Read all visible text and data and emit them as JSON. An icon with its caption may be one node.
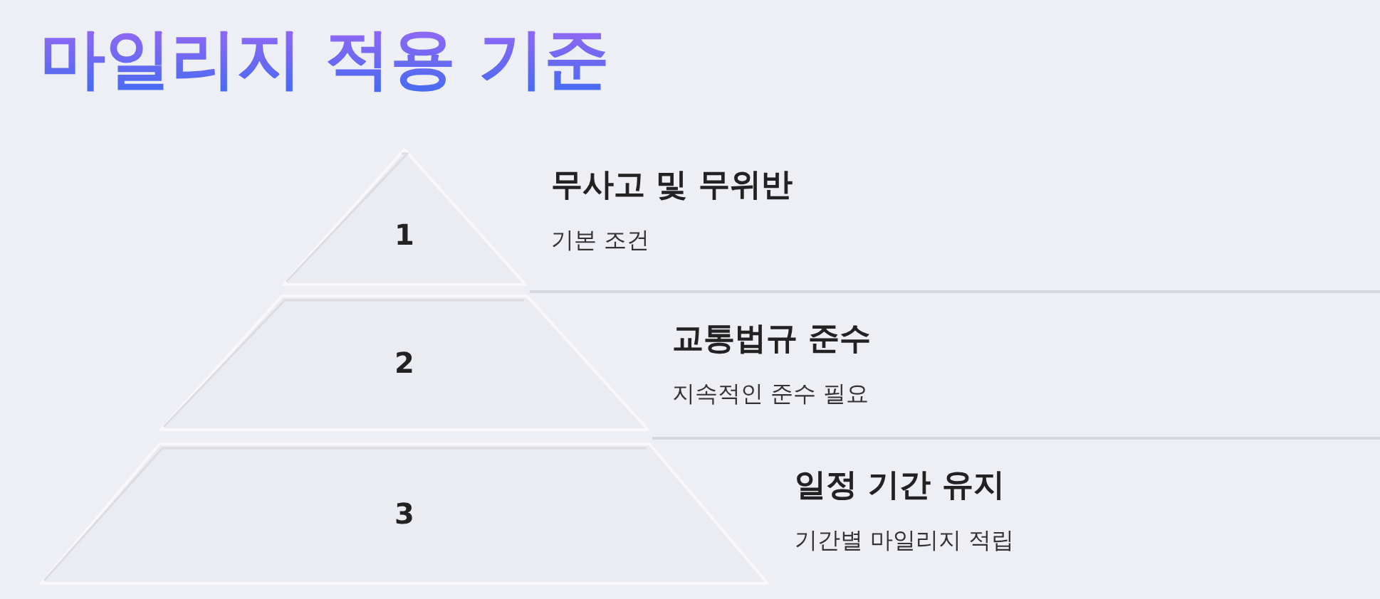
{
  "diagram": {
    "title": "마일리지 적용 기준",
    "nodes": [
      {
        "text": [
          "1"
        ],
        "beside": [
          "무사고 및 무위반",
          "기본 조건"
        ]
      },
      {
        "text": [
          "2"
        ],
        "beside": [
          "교통법규 준수",
          "지속적인 준수 필요"
        ]
      },
      {
        "text": [
          "3"
        ],
        "beside": [
          "일정 기간 유지",
          "기간별 마일리지 적립"
        ]
      }
    ]
  }
}
